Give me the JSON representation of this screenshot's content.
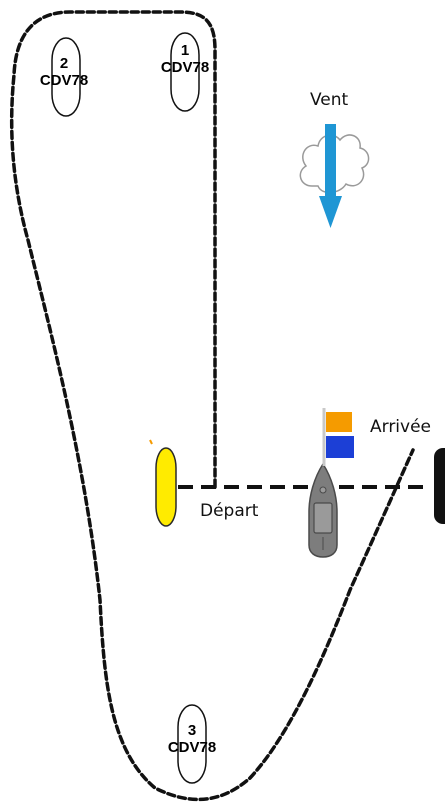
{
  "marks": [
    {
      "number": "1",
      "club": "CDV78"
    },
    {
      "number": "2",
      "club": "CDV78"
    },
    {
      "number": "3",
      "club": "CDV78"
    }
  ],
  "wind": {
    "label": "Vent",
    "arrow_color": "#1f96d4",
    "cloud_color": "#ffffff",
    "direction": "south"
  },
  "start": {
    "label": "Départ",
    "pin_color": "#ffeb00"
  },
  "finish": {
    "label": "Arrivée",
    "flag_colors": [
      "#f59b00",
      "#1c3fd6"
    ]
  },
  "committee_boat": {
    "hull_color": "#7d7d7d",
    "cabin_color": "#9a9a9a"
  },
  "route_style": "dashed"
}
